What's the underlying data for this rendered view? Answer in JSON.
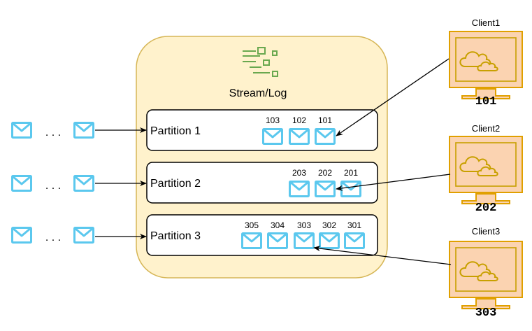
{
  "stream": {
    "title": "Stream/Log"
  },
  "partitions": [
    {
      "label": "Partition 1",
      "messages": [
        "103",
        "102",
        "101"
      ]
    },
    {
      "label": "Partition 2",
      "messages": [
        "203",
        "202",
        "201"
      ]
    },
    {
      "label": "Partition 3",
      "messages": [
        "305",
        "304",
        "303",
        "302",
        "301"
      ]
    }
  ],
  "producers": {
    "ellipsis": ". . ."
  },
  "clients": [
    {
      "name": "Client1",
      "offset": "101",
      "reads_partition": "Partition 1",
      "reads_message": "101"
    },
    {
      "name": "Client2",
      "offset": "202",
      "reads_partition": "Partition 2",
      "reads_message": "202"
    },
    {
      "name": "Client3",
      "offset": "303",
      "reads_partition": "Partition 3",
      "reads_message": "303"
    }
  ],
  "colors": {
    "stream_fill": "#fff2cc",
    "stream_stroke": "#d6b656",
    "envelope": "#5bc8ee",
    "stream_icon": "#6aa84f",
    "client_fill": "#fbd3b1",
    "client_stroke": "#e0a000",
    "cloud": "#c8a000"
  },
  "icons": {
    "stream": "stream-log-icon",
    "message": "envelope-icon",
    "client": "monitor-cloud-icon"
  }
}
